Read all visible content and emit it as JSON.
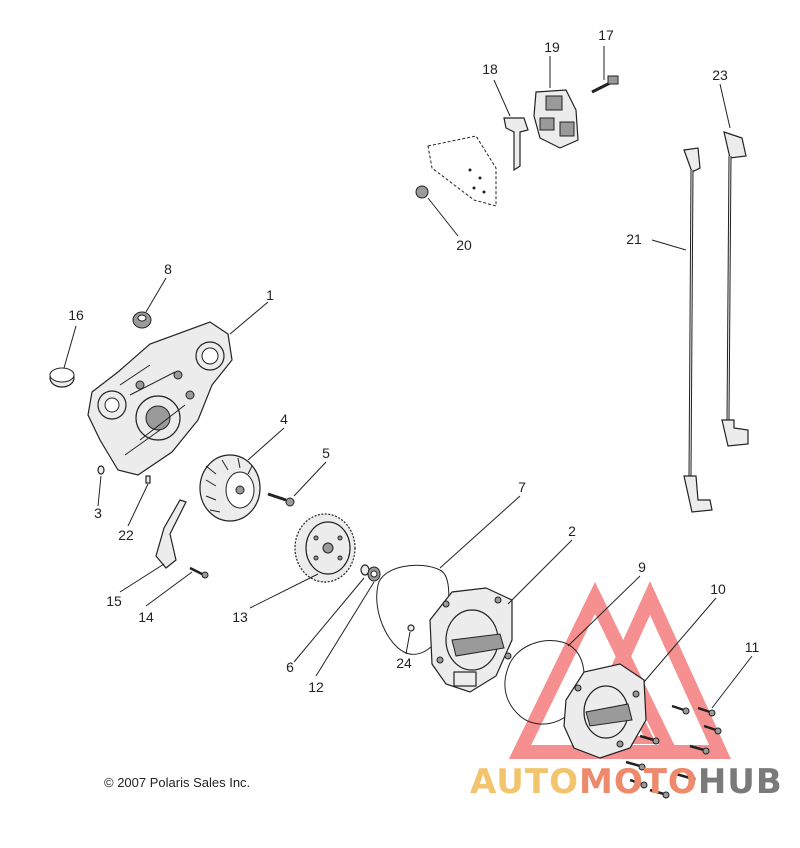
{
  "copyright": "© 2007 Polaris Sales Inc.",
  "watermark": {
    "part_a": "AUTO",
    "part_b": "MOTO",
    "part_c": "HUB",
    "colors": {
      "auto": "#f2c46d",
      "moto": "#ec8a6b",
      "hub": "#7a7a7a",
      "triangle": "#f36a6a"
    }
  },
  "callouts": {
    "c1": "1",
    "c2": "2",
    "c3": "3",
    "c4": "4",
    "c5": "5",
    "c6": "6",
    "c7": "7",
    "c8": "8",
    "c9": "9",
    "c10": "10",
    "c11": "11",
    "c12": "12",
    "c13": "13",
    "c14": "14",
    "c15": "15",
    "c16": "16",
    "c17": "17",
    "c18": "18",
    "c19": "19",
    "c20": "20",
    "c21": "21",
    "c22": "22",
    "c23": "23",
    "c24": "24"
  }
}
